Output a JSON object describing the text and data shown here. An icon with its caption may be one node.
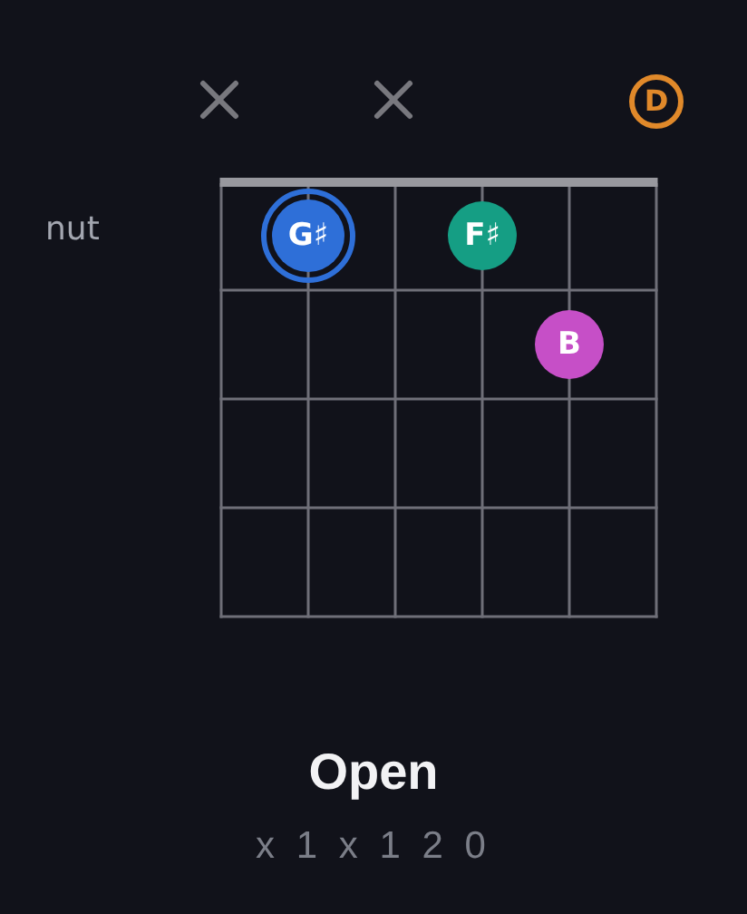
{
  "diagram": {
    "nodes": [
      {
        "text": [],
        "shape": "cross"
      },
      {
        "text": [],
        "shape": "cross"
      },
      {
        "text": [
          "D"
        ]
      },
      {
        "text": [
          "G♯"
        ]
      },
      {
        "text": [
          "F♯"
        ]
      },
      {
        "text": [
          "B"
        ]
      }
    ],
    "labels": [
      "nut",
      "Open",
      "x 1 x 1 2 0"
    ]
  }
}
